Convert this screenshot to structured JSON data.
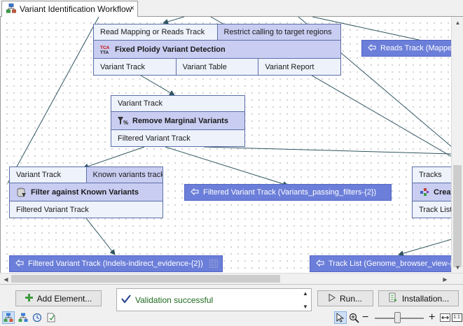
{
  "tab": {
    "title": "Variant Identification Workflow",
    "close": "×"
  },
  "nodes": {
    "fixed_ploidy": {
      "inputs": [
        "Read Mapping or Reads Track",
        "Restrict calling to target regions"
      ],
      "title": "Fixed Ploidy Variant Detection",
      "outputs": [
        "Variant Track",
        "Variant Table",
        "Variant Report"
      ]
    },
    "remove_marginal": {
      "inputs": [
        "Variant Track"
      ],
      "title": "Remove Marginal Variants",
      "outputs": [
        "Filtered Variant Track"
      ]
    },
    "filter_known": {
      "inputs": [
        "Variant Track",
        "Known variants track"
      ],
      "title": "Filter against Known Variants",
      "outputs": [
        "Filtered Variant Track"
      ]
    },
    "create_track_list": {
      "inputs": [
        "Tracks"
      ],
      "title": "Creat",
      "outputs": [
        "Track List"
      ]
    }
  },
  "outputs": {
    "reads_track": "Reads Track (Mappe",
    "passing_filters": "Filtered Variant Track (Variants_passing_filters-{2})",
    "indels_indirect": "Filtered Variant Track (Indels-indirect_evidence-{2})",
    "track_list": "Track List (Genome_browser_view-{2"
  },
  "bottom": {
    "add_element": "Add Element...",
    "validation": "Validation successful",
    "run": "Run...",
    "installation": "Installation..."
  },
  "icons": {
    "tab": "workflow-icon",
    "toolbar": [
      "workflow-view-icon",
      "table-view-icon",
      "history-icon",
      "info-icon"
    ],
    "zoom": [
      "pointer-icon",
      "zoom-in-icon",
      "zoom-out-icon",
      "zoom-plus-icon",
      "fit-width-icon",
      "zoom-100-icon"
    ]
  },
  "zoom_labels": {
    "minus": "−",
    "plus": "+",
    "one_to_one": "1:1"
  },
  "colors": {
    "node_fill": "#eef2fb",
    "node_title": "#c9cdf1",
    "output_fill": "#6b7ed9",
    "edge": "#2f5560",
    "validation_text": "#1d6a1d"
  }
}
